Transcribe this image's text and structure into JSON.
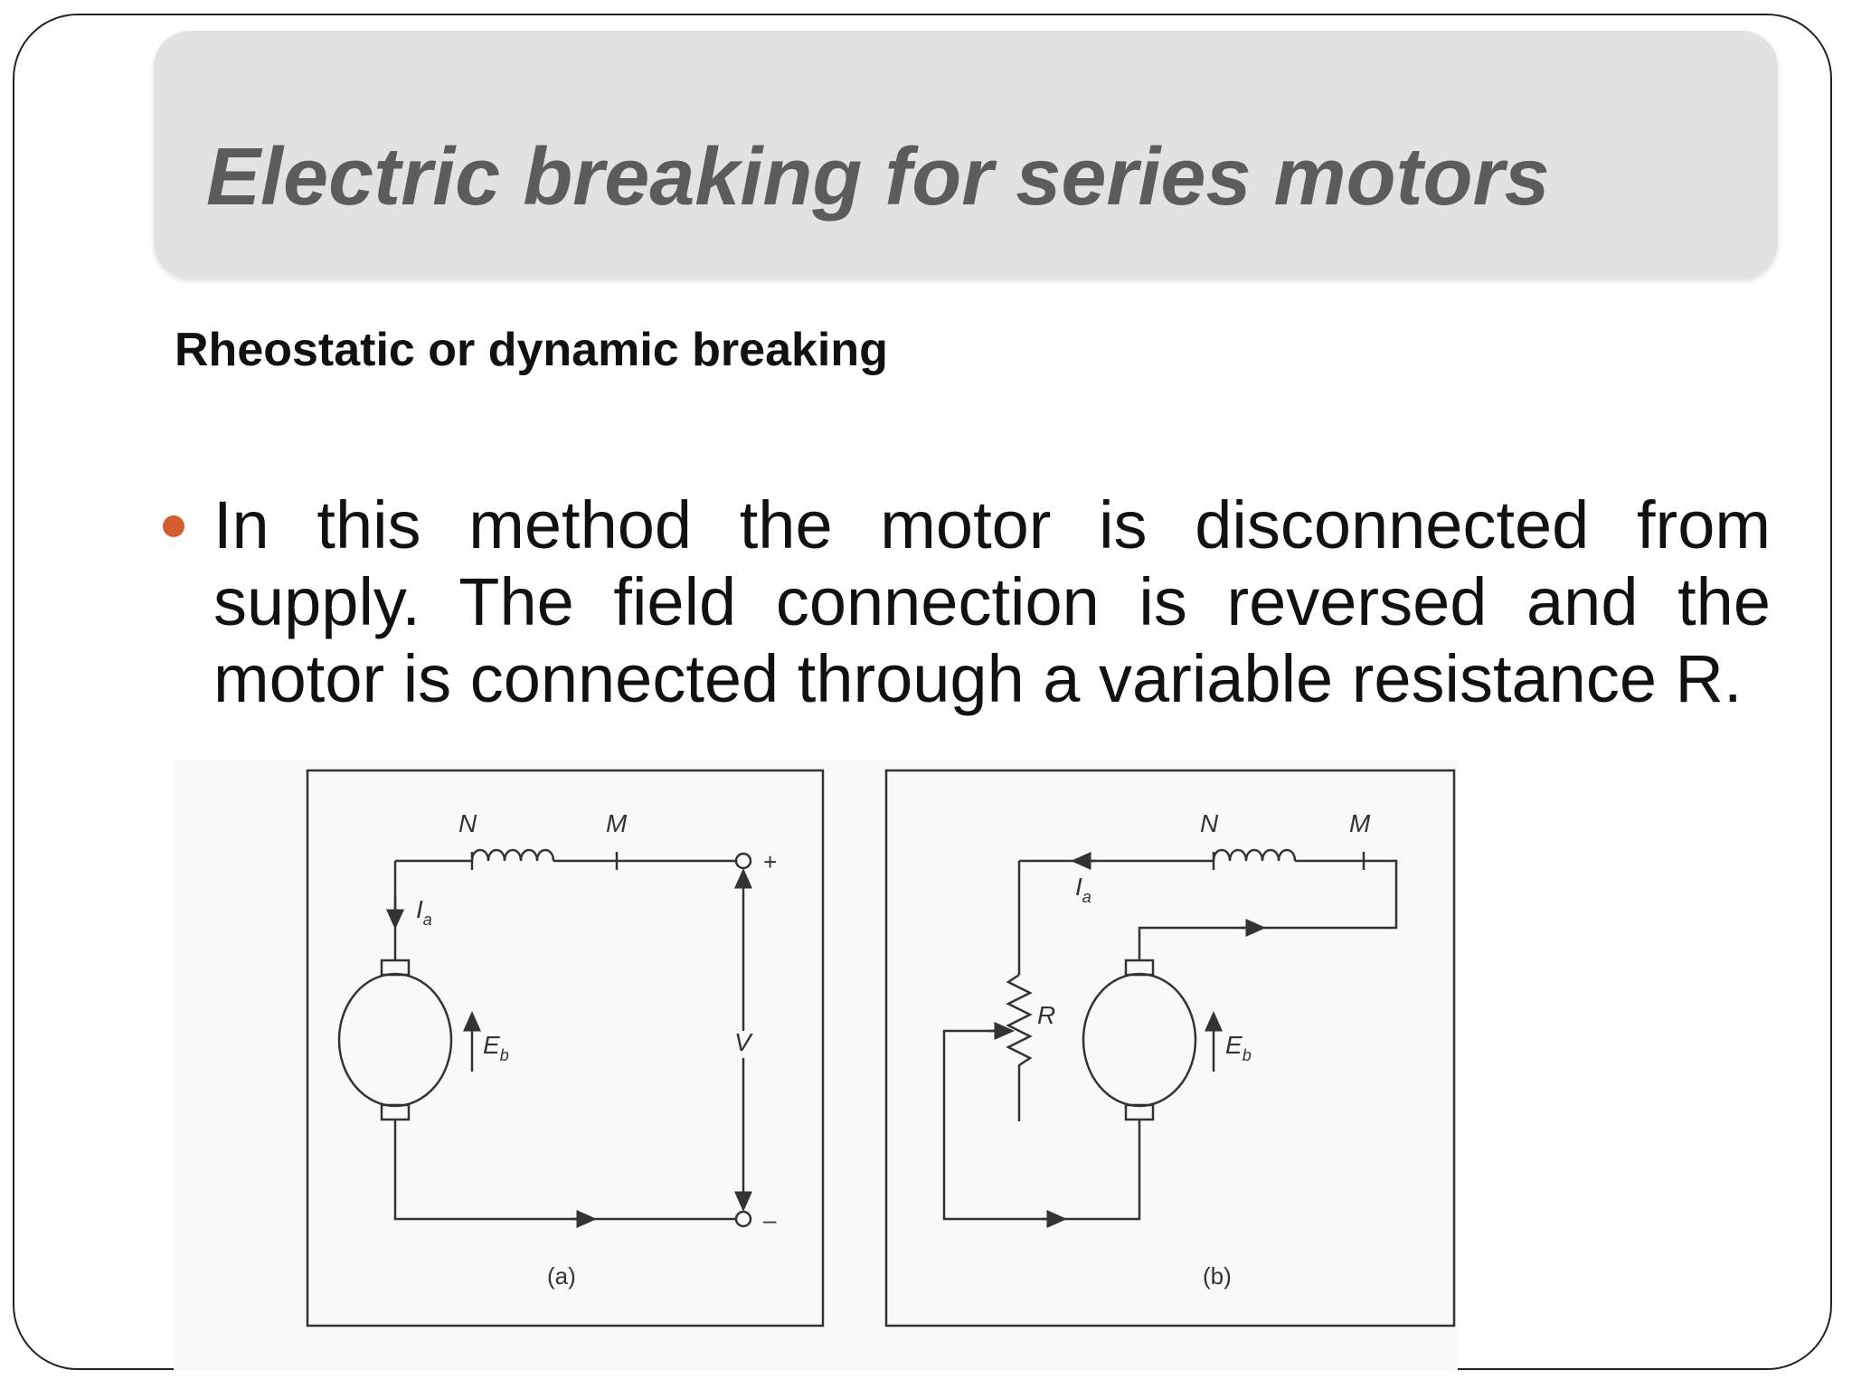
{
  "slide": {
    "title": "Electric breaking for series motors",
    "subtitle": "Rheostatic or dynamic breaking",
    "bullet": "In this method the motor is disconnected from supply.  The field connection is reversed and the motor is connected through a variable resistance R."
  },
  "colors": {
    "title_bar": "#e2e2e2",
    "title_text": "#5c5c5c",
    "bullet_dot": "#d35d2f"
  },
  "diagram_a": {
    "label_n": "N",
    "label_m": "M",
    "label_ia": "I",
    "label_ia_sub": "a",
    "label_eb": "E",
    "label_eb_sub": "b",
    "label_v": "V",
    "label_plus": "+",
    "label_minus": "–",
    "caption": "(a)"
  },
  "diagram_b": {
    "label_n": "N",
    "label_m": "M",
    "label_ia": "I",
    "label_ia_sub": "a",
    "label_eb": "E",
    "label_eb_sub": "b",
    "label_r": "R",
    "caption": "(b)"
  }
}
